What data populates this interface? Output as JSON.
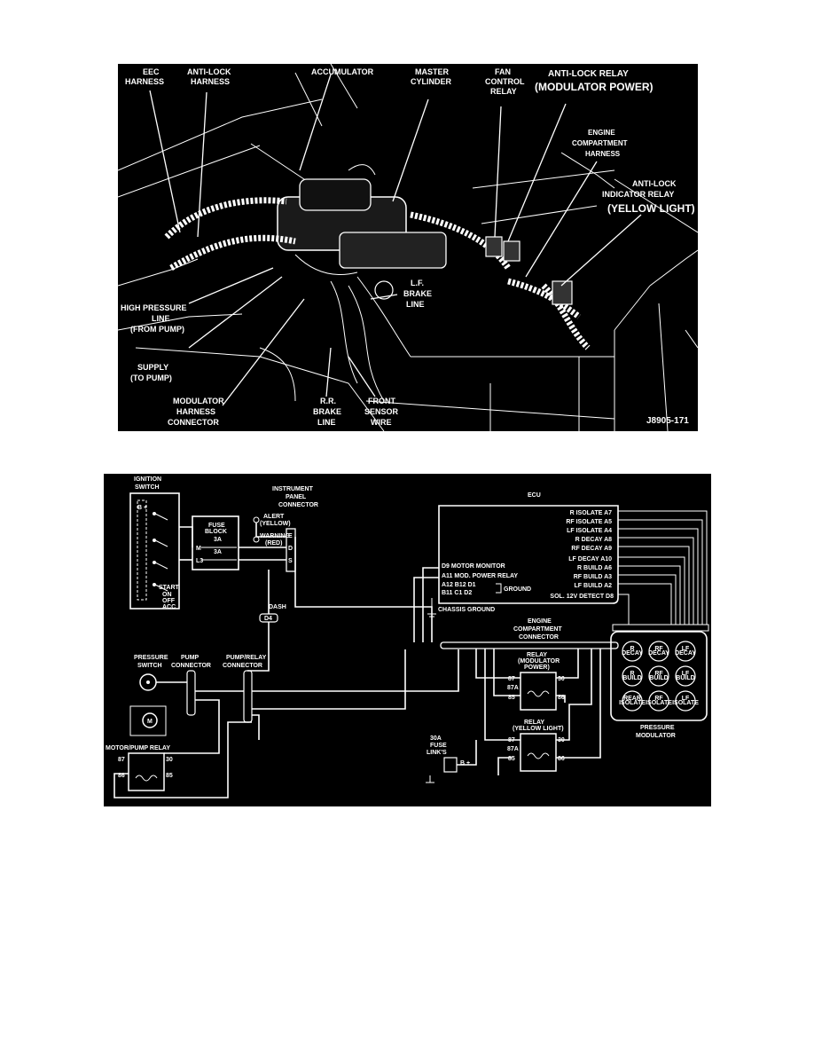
{
  "photo": {
    "labels": {
      "eec_harness": [
        "EEC",
        "HARNESS"
      ],
      "anti_lock_harness": [
        "ANTI-LOCK",
        "HARNESS"
      ],
      "accumulator": [
        "ACCUMULATOR"
      ],
      "master_cylinder": [
        "MASTER",
        "CYLINDER"
      ],
      "fan_control_relay": [
        "FAN",
        "CONTROL",
        "RELAY"
      ],
      "anti_lock_relay": [
        "ANTI-LOCK  RELAY",
        "(MODULATOR POWER)"
      ],
      "engine_compartment_harness": [
        "ENGINE",
        "COMPARTMENT",
        "HARNESS"
      ],
      "anti_lock_indicator_relay": [
        "ANTI-LOCK",
        "INDICATOR  RELAY",
        "(YELLOW LIGHT)"
      ],
      "high_pressure_line": [
        "HIGH PRESSURE",
        "LINE",
        "(FROM PUMP)"
      ],
      "supply": [
        "SUPPLY",
        "(TO PUMP)"
      ],
      "modulator_harness_connector": [
        "MODULATOR",
        "HARNESS",
        "CONNECTOR"
      ],
      "rr_brake_line": [
        "R.R.",
        "BRAKE",
        "LINE"
      ],
      "front_sensor_wire": [
        "FRONT",
        "SENSOR",
        "WIRE"
      ],
      "lf_brake_line": [
        "L.F.",
        "BRAKE",
        "LINE"
      ]
    },
    "figure_id": "J8905-171"
  },
  "schematic": {
    "ignition_switch": [
      "IGNITION",
      "SWITCH"
    ],
    "ignition_b_plus": "B +",
    "ignition_positions": [
      "START",
      "ON",
      "OFF",
      "ACC"
    ],
    "fuse_block": [
      "FUSE",
      "BLOCK"
    ],
    "fuse_ratings": [
      "3A",
      "3A"
    ],
    "fuse_terminals": [
      "M",
      "L3"
    ],
    "instrument_panel_connector": [
      "INSTRUMENT",
      "PANEL",
      "CONNECTOR"
    ],
    "alert_lamp": [
      "ALERT",
      "(YELLOW)"
    ],
    "warning_lamp": [
      "WARNING",
      "(RED)"
    ],
    "ip_pins": [
      "E",
      "D",
      "S"
    ],
    "dash": "DASH",
    "dash_pin": "D4",
    "ecu_title": "ECU",
    "ecu_pins_right": [
      "R ISOLATE  A7",
      "RF ISOLATE  A5",
      "LF ISOLATE  A4",
      "R DECAY  A8",
      "RF DECAY  A9",
      "LF DECAY  A10",
      "R BUILD  A6",
      "RF BUILD  A3",
      "LF BUILD  A2",
      "SOL. 12V DETECT  D8"
    ],
    "ecu_pins_left": [
      "D9  MOTOR MONITOR",
      "A11  MOD. POWER RELAY",
      "A12  B12  D1",
      "B11  C1  D2"
    ],
    "ground_label": "GROUND",
    "chassis_ground": "CHASSIS GROUND",
    "engine_compartment_connector": [
      "ENGINE",
      "COMPARTMENT",
      "CONNECTOR"
    ],
    "relay_modulator": [
      "RELAY",
      "(MODULATOR",
      "POWER)"
    ],
    "relay_yellow": [
      "RELAY",
      "(YELLOW LIGHT)"
    ],
    "relay_pins": [
      "87",
      "87A",
      "85",
      "30",
      "86"
    ],
    "fuse_link": [
      "30A",
      "FUSE",
      "LINK'S"
    ],
    "fuse_link_b_plus": "B +",
    "pressure_switch": [
      "PRESSURE",
      "SWITCH"
    ],
    "pump_connector": [
      "PUMP",
      "CONNECTOR"
    ],
    "pump_relay_connector": [
      "PUMP/RELAY",
      "CONNECTOR"
    ],
    "motor_symbol": "M",
    "motor_pump_relay": "MOTOR/PUMP RELAY",
    "motor_relay_pins": [
      "87",
      "30",
      "86",
      "85"
    ],
    "pressure_modulator": [
      "PRESSURE",
      "MODULATOR"
    ],
    "modulator_valves": [
      [
        "R",
        "DECAY"
      ],
      [
        "RF",
        "DECAY"
      ],
      [
        "LF",
        "DECAY"
      ],
      [
        "R",
        "BUILD"
      ],
      [
        "RF",
        "BUILD"
      ],
      [
        "LF",
        "BUILD"
      ],
      [
        "REAR",
        "ISOLATE"
      ],
      [
        "RF",
        "ISOLATE"
      ],
      [
        "LF",
        "ISOLATE"
      ]
    ]
  }
}
